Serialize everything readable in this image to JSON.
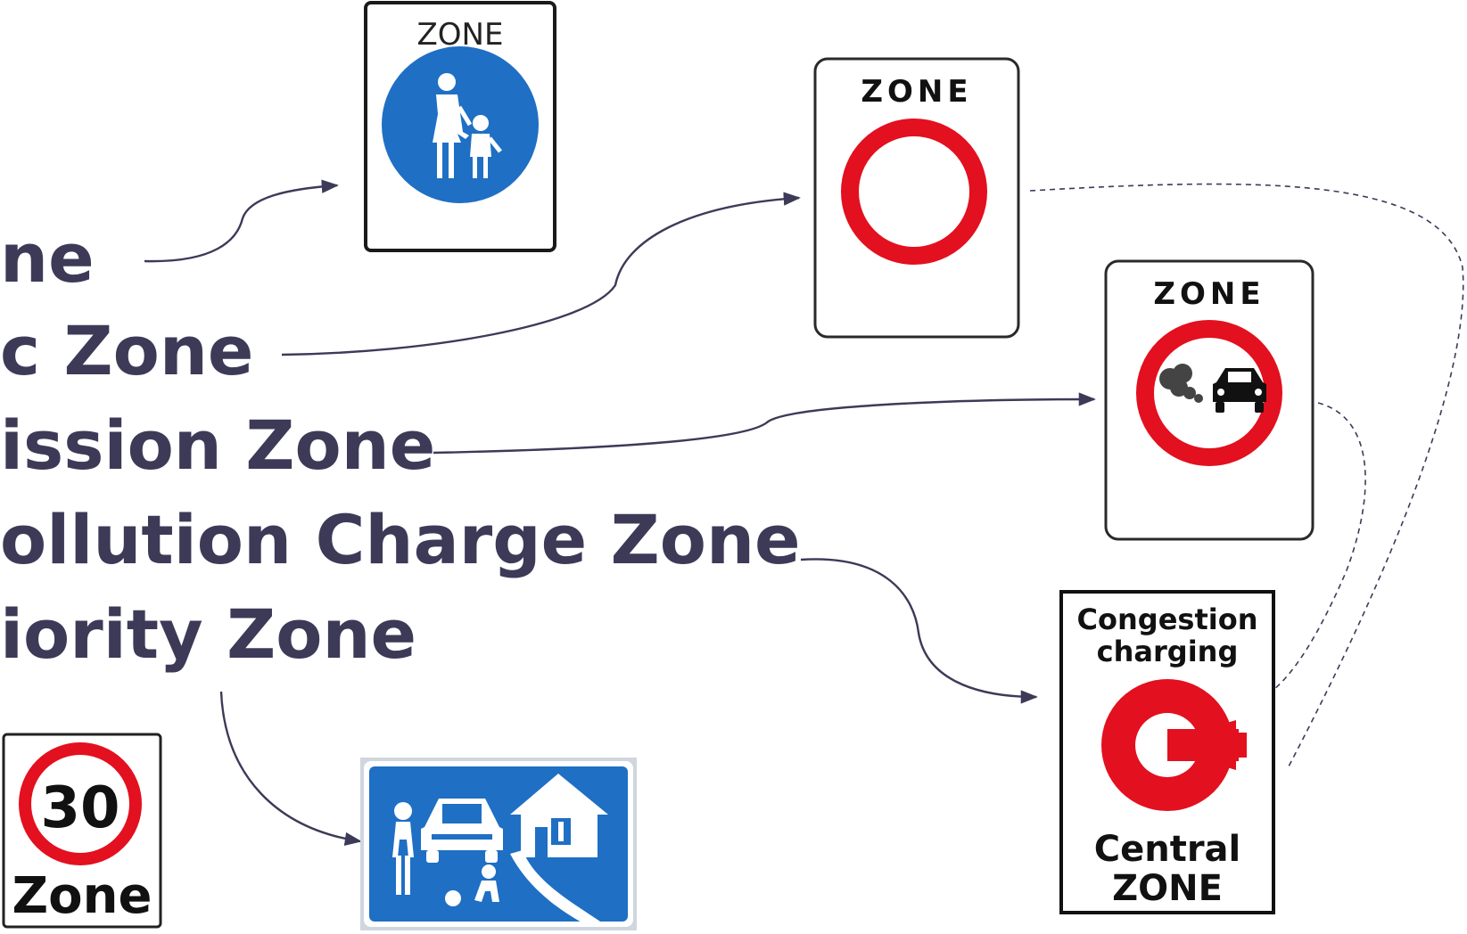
{
  "labels": [
    "ne",
    "c Zone",
    "ission Zone",
    "ollution Charge Zone",
    "iority Zone"
  ],
  "signs": {
    "pedestrian_zone_text": "ZONE",
    "restricted_zone_text": "ZONE",
    "low_emission_zone_text": "ZONE",
    "congestion_line1": "Congestion",
    "congestion_line2": "charging",
    "congestion_line3": "Central",
    "congestion_line4": "ZONE",
    "speed_limit_number": "30",
    "speed_zone_text": "Zone"
  },
  "colors": {
    "text": "#3d3a58",
    "sign_blue": "#1f6fc4",
    "sign_red": "#e3101f"
  }
}
